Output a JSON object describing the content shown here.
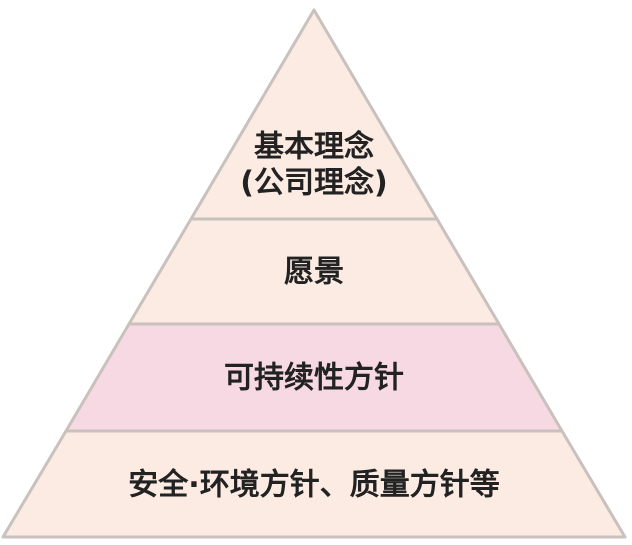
{
  "diagram": {
    "tiers": [
      {
        "lines": [
          "基本理念",
          "(公司理念)"
        ],
        "fill": "#fbebe2"
      },
      {
        "lines": [
          "愿景"
        ],
        "fill": "#fbebe2"
      },
      {
        "lines": [
          "可持续性方针"
        ],
        "fill": "#f6d9e3"
      },
      {
        "lines": [
          "安全·环境方针、质量方针等"
        ],
        "fill": "#fbebe2"
      }
    ],
    "outline_color": "#c9c1bd",
    "text_color": "#222222"
  }
}
